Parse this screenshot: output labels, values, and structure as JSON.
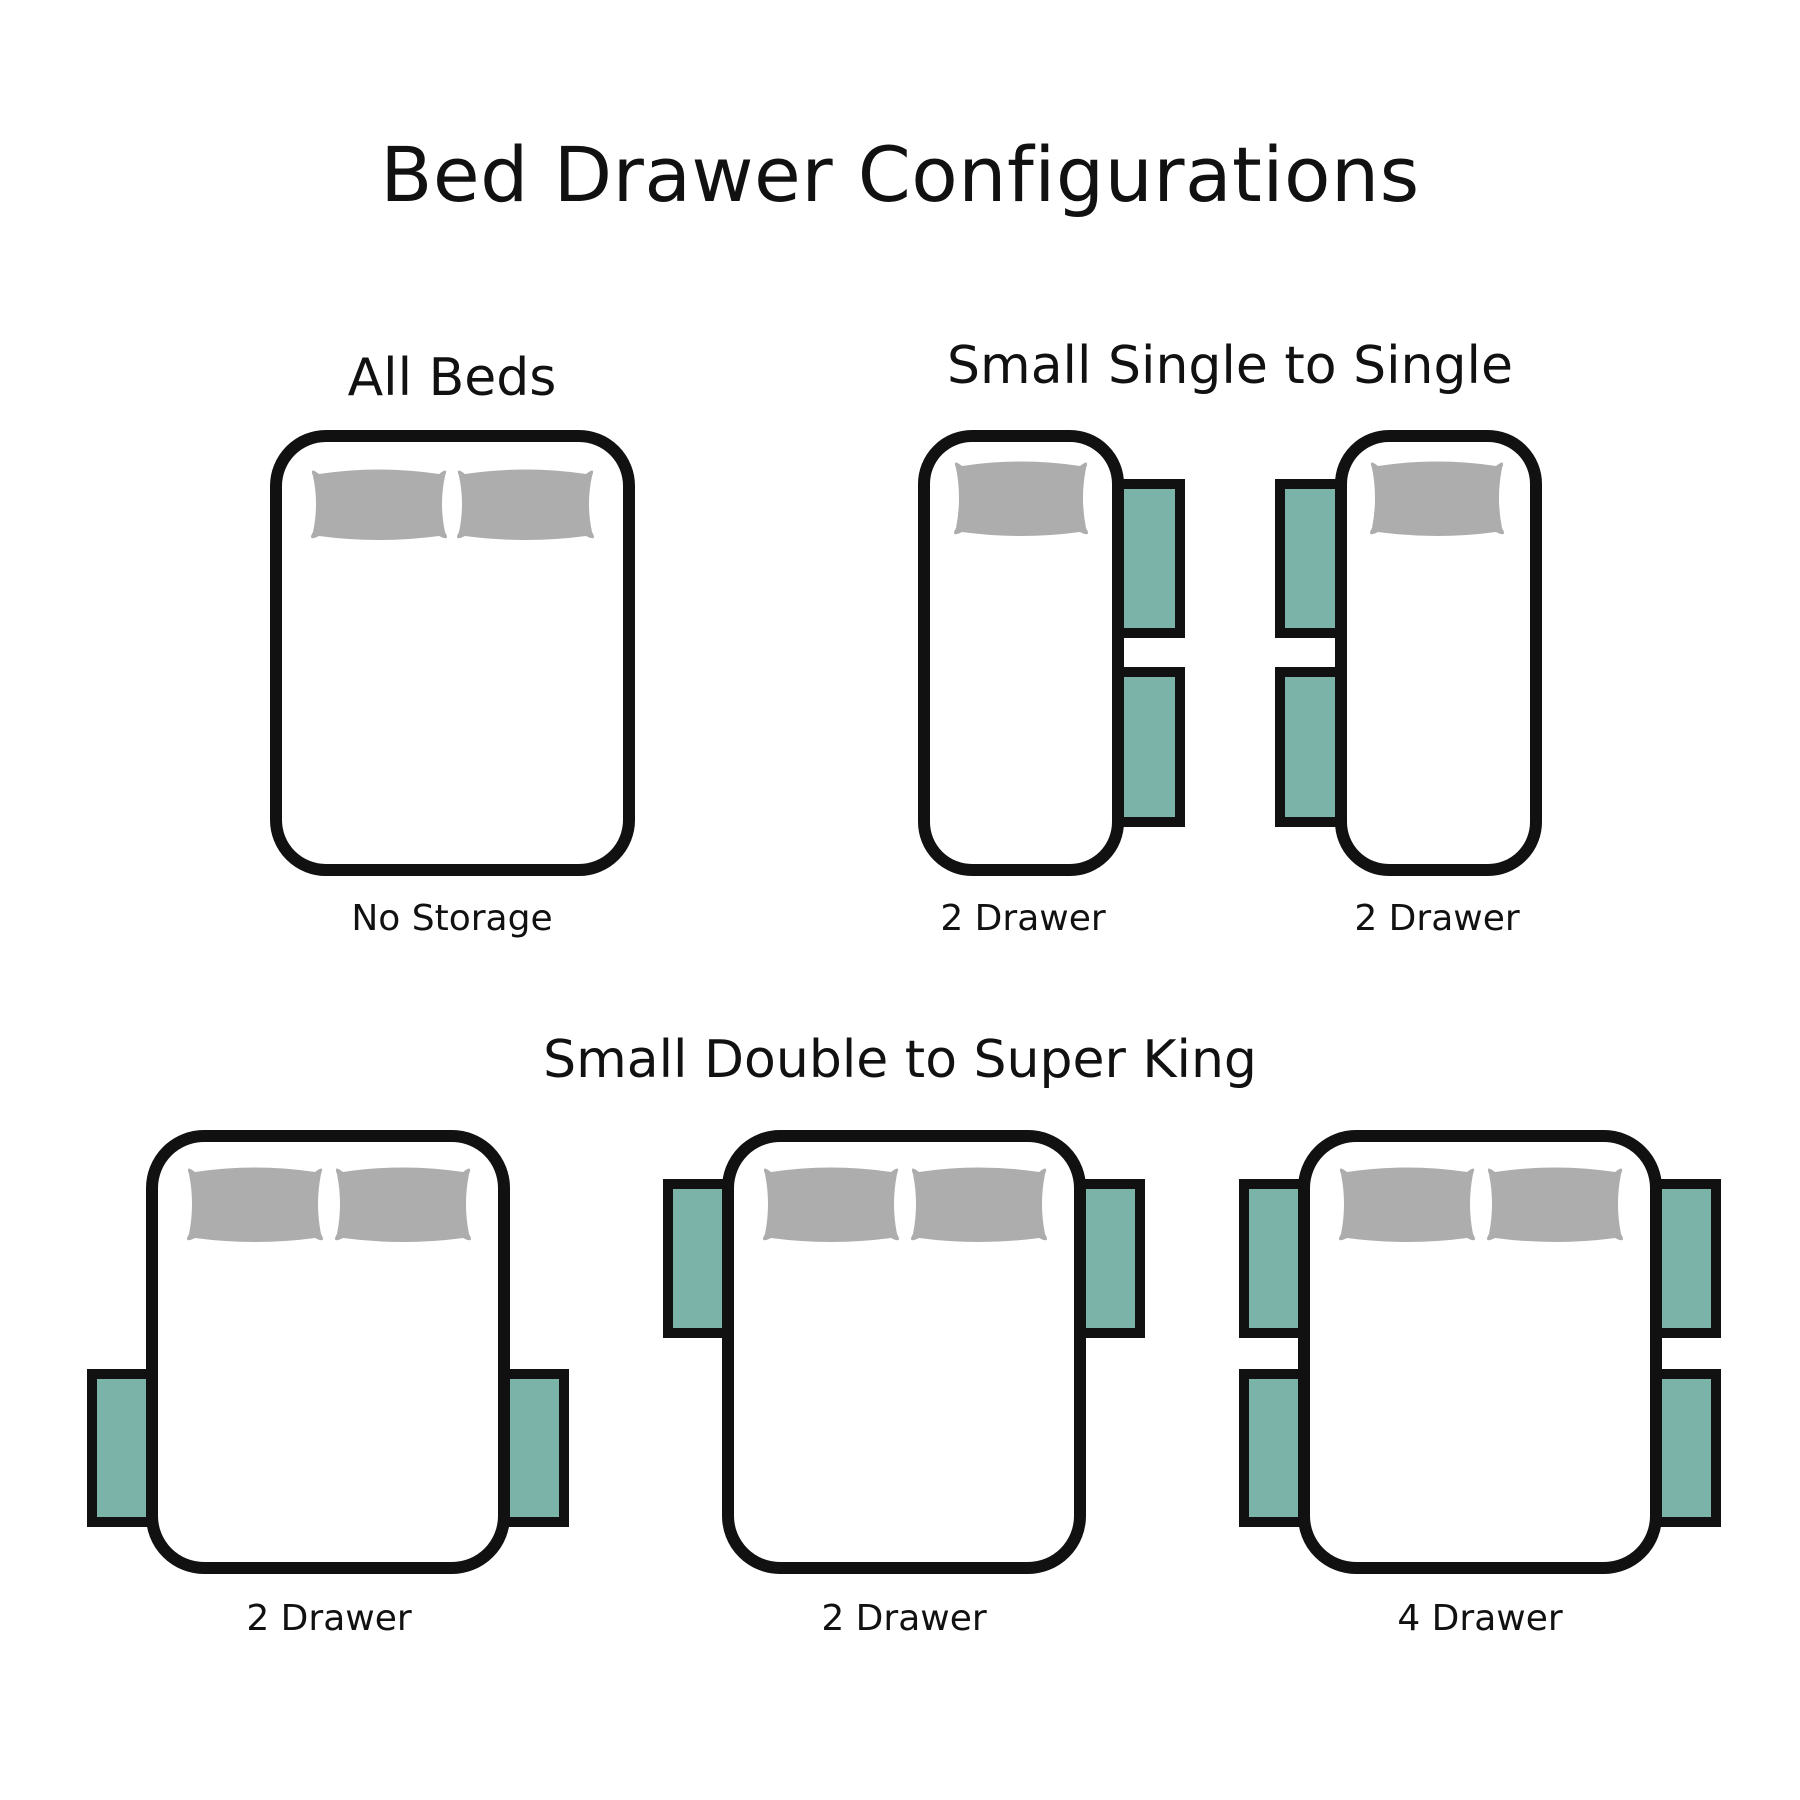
{
  "title": "Bed Drawer Configurations",
  "colors": {
    "outline": "#111111",
    "drawer": "#7bb3a9",
    "pillow": "#adadad",
    "bed": "#ffffff"
  },
  "sections": [
    {
      "heading": "All Beds",
      "beds": [
        {
          "caption": "No Storage",
          "pillows": 2,
          "drawers": 0
        }
      ]
    },
    {
      "heading": "Small Single to Single",
      "beds": [
        {
          "caption": "2 Drawer",
          "pillows": 1,
          "drawers": 2
        },
        {
          "caption": "2 Drawer",
          "pillows": 1,
          "drawers": 2
        }
      ]
    },
    {
      "heading": "Small Double to Super King",
      "beds": [
        {
          "caption": "2 Drawer",
          "pillows": 2,
          "drawers": 2
        },
        {
          "caption": "2 Drawer",
          "pillows": 2,
          "drawers": 2
        },
        {
          "caption": "4 Drawer",
          "pillows": 2,
          "drawers": 4
        }
      ]
    }
  ]
}
